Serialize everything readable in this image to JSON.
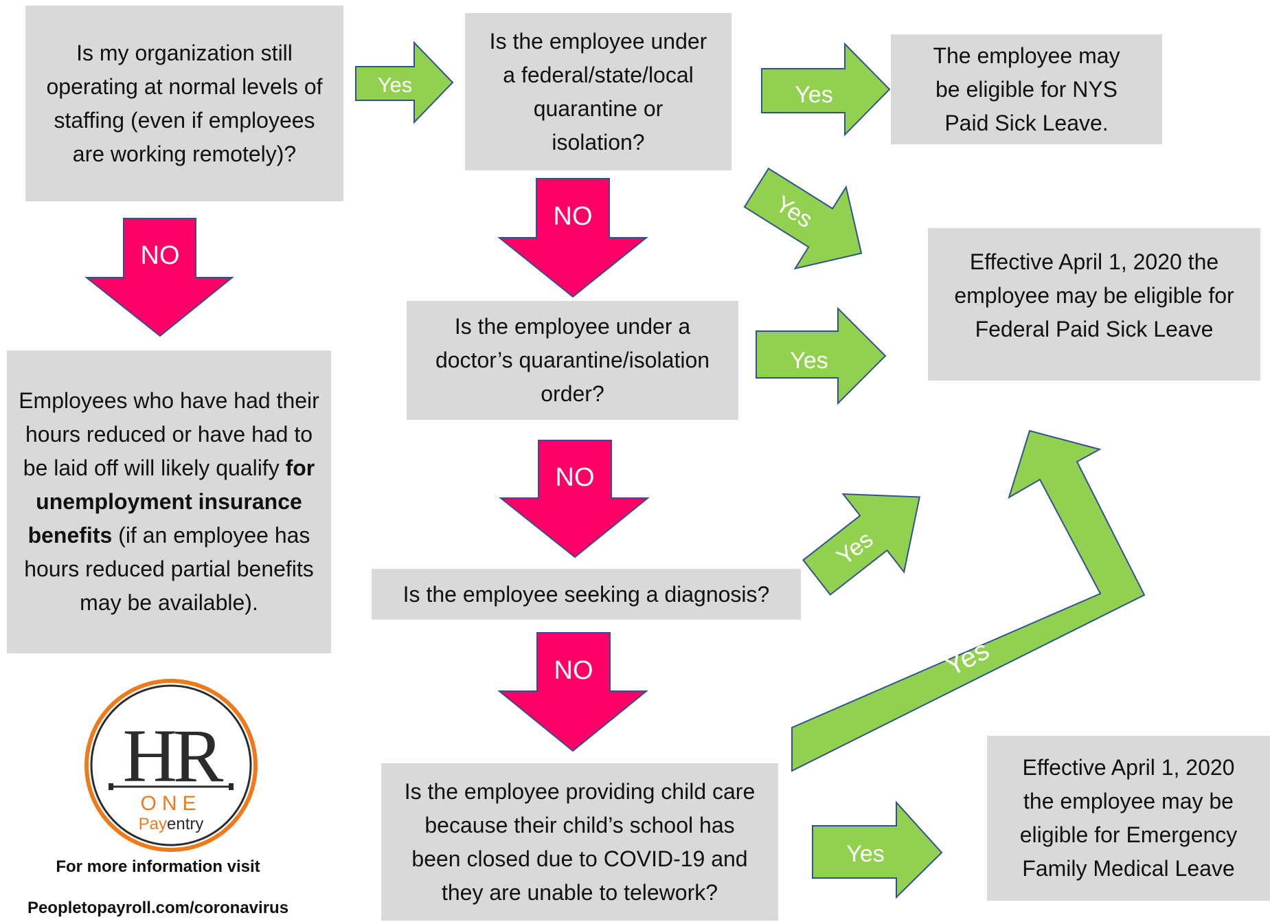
{
  "boxes": {
    "q_normal_levels": "Is my organization still operating at normal levels of staffing (even if employees are working remotely)?",
    "q_gov_quarantine": "Is the employee under a federal/state/local quarantine or isolation?",
    "a_nys_paid_sick": "The employee may be eligible for NYS Paid Sick Leave.",
    "a_federal_paid_sick": "Effective April 1, 2020 the employee may be eligible for Federal Paid Sick Leave",
    "q_doctor_quarantine": "Is the employee under a doctor’s quarantine/isolation order?",
    "q_diagnosis": "Is the employee seeking a diagnosis?",
    "q_child_care": "Is the employee providing child care because their child’s school has been closed due to COVID-19 and they are unable to telework?",
    "a_emergency_fml": "Effective April 1, 2020 the employee may be eligible for Emergency Family Medical Leave",
    "a_unemployment": {
      "before": "Employees who have had their hours reduced or have had to be laid off will likely qualify ",
      "bold": "for unemployment insurance benefits",
      "after": " (if an employee has hours reduced partial benefits may be available)."
    }
  },
  "arrow_labels": {
    "yes": "Yes",
    "no": "NO"
  },
  "colors": {
    "yes_arrow": "#92d050",
    "no_arrow": "#ff0066",
    "arrow_outline": "#2f528f",
    "box_fill": "#d9d9d9",
    "logo_orange": "#f07a1a",
    "logo_dark": "#2b2b2b"
  },
  "logo": {
    "letters": "HR",
    "line1": "ONE",
    "line2_a": "Pay",
    "line2_b": "entry"
  },
  "footer": {
    "info": "For more information visit",
    "url": "Peopletopayroll.com/coronavirus"
  }
}
